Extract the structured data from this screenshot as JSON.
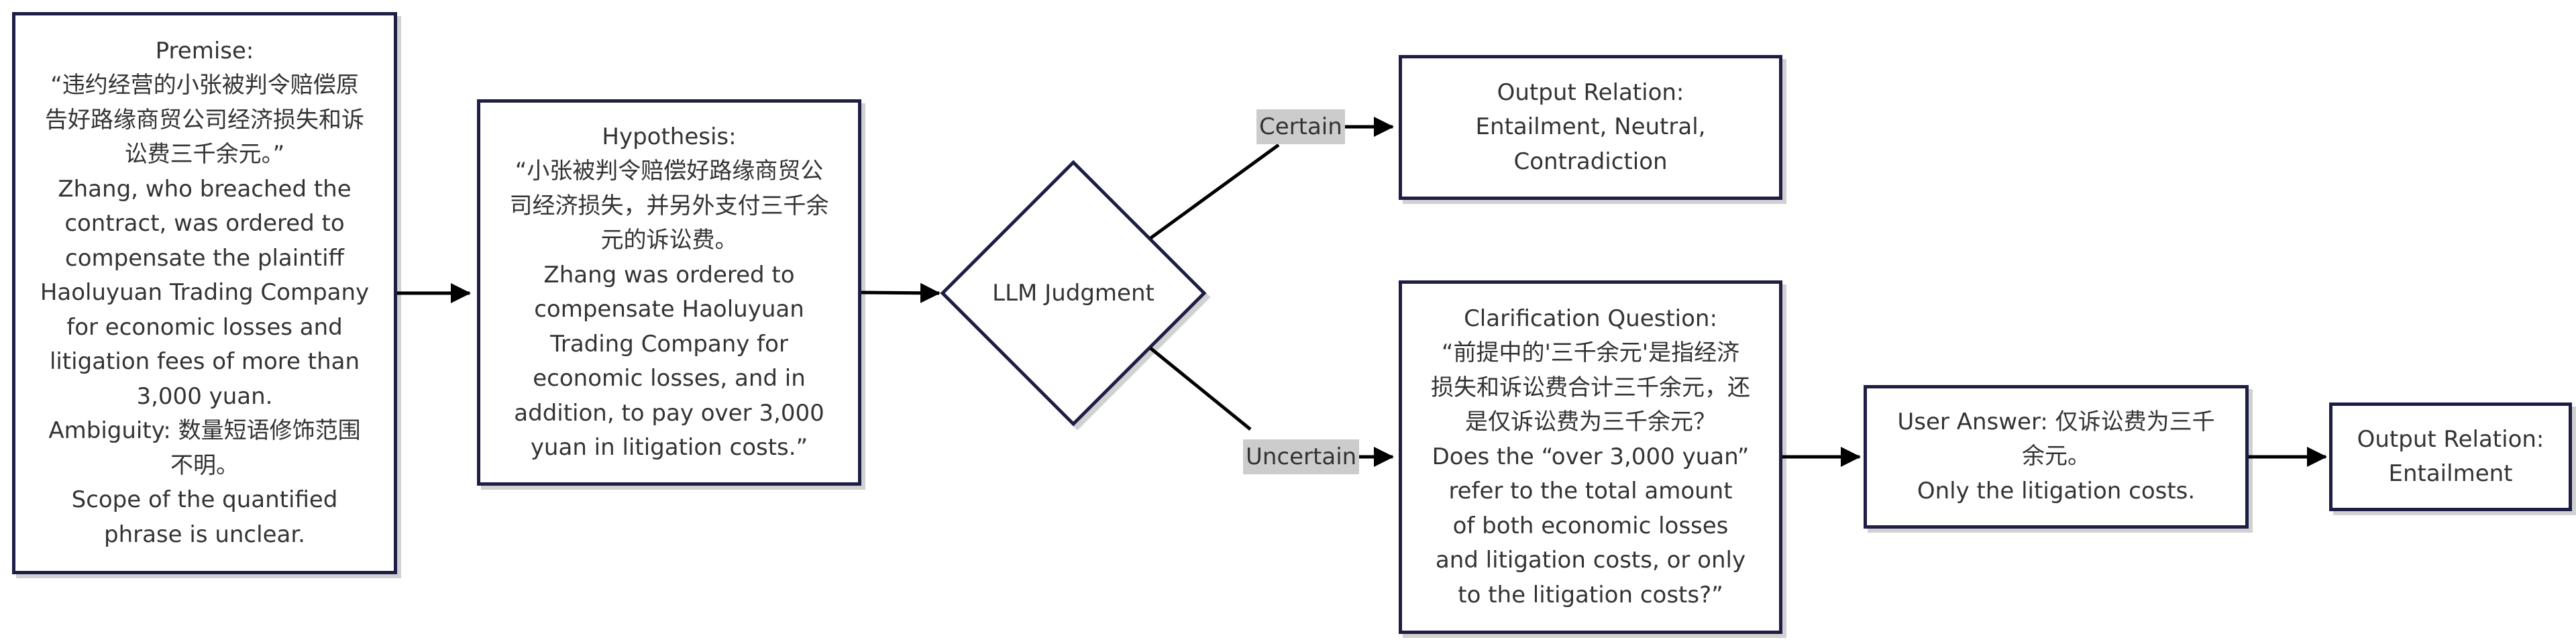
{
  "premise": {
    "lines": [
      "Premise:",
      "“违约经营的小张被判令赔偿原",
      "告好路缘商贸公司经济损失和诉",
      "讼费三千余元。”",
      "Zhang, who breached the",
      "contract, was ordered to",
      "compensate the plaintiff",
      "Haoluyuan Trading Company",
      "for economic losses and",
      "litigation fees of more than",
      "3,000 yuan.",
      "Ambiguity: 数量短语修饰范围",
      "不明。",
      "Scope of the quantified",
      "phrase is unclear."
    ]
  },
  "hypothesis": {
    "lines": [
      "Hypothesis:",
      "“小张被判令赔偿好路缘商贸公",
      "司经济损失，并另外支付三千余",
      "元的诉讼费。",
      "Zhang was ordered to",
      "compensate Haoluyuan",
      "Trading Company for",
      "economic losses, and in",
      "addition, to pay over 3,000",
      "yuan in litigation costs.”"
    ]
  },
  "judgment": {
    "label": "LLM Judgment"
  },
  "edge_labels": {
    "certain": "Certain",
    "uncertain": "Uncertain"
  },
  "output_certain": {
    "lines": [
      "Output Relation:",
      "Entailment, Neutral,",
      "Contradiction"
    ]
  },
  "clarification": {
    "lines": [
      "Clarification Question:",
      "“前提中的'三千余元'是指经济",
      "损失和诉讼费合计三千余元，还",
      "是仅诉讼费为三千余元？",
      "Does the “over 3,000 yuan”",
      "refer to the total amount",
      "of both economic losses",
      "and litigation costs, or only",
      "to the litigation costs?”"
    ]
  },
  "user_answer": {
    "lines": [
      "User Answer: 仅诉讼费为三千",
      "余元。",
      "Only the litigation costs."
    ]
  },
  "output_final": {
    "lines": [
      "Output Relation:",
      "Entailment"
    ]
  },
  "colors": {
    "border": "#1e1e45",
    "text": "#333333",
    "edge": "#000000",
    "label_bg": "#cccccc"
  }
}
